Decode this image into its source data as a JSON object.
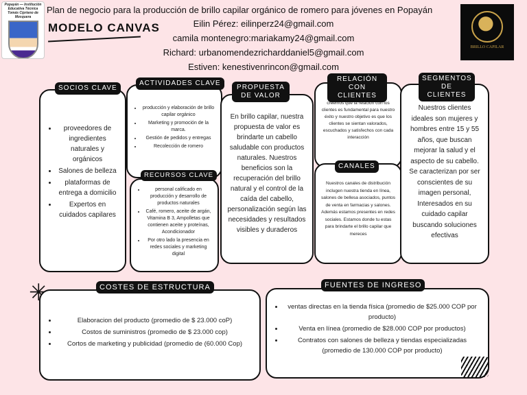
{
  "header": {
    "title": "Plan de negocio para la producción de brillo capilar orgánico de romero para jóvenes en Popayán",
    "subtitle": "MODELO CANVAS",
    "authors": [
      "Eilin Pérez: eilinperz24@gmail.com",
      "camila montenegro:mariakamy24@gmail.com",
      "Richard: urbanomendezricharddaniel5@gmail.com",
      "Estiven: kenestivenrincon@gmail.com"
    ],
    "school_logo_text": "Popayán — Institución Educativa Técnica Tomás Cipriano de Mosquera",
    "brand_logo_text": "BRILLO CAPILAR"
  },
  "socios": {
    "label": "SOCIOS CLAVE",
    "items": [
      "proveedores de ingredientes naturales y orgánicos",
      "Salones de belleza",
      "plataformas de entrega a domicilio",
      "Expertos en cuidados capilares"
    ]
  },
  "actividades": {
    "label": "ACTIVIDADES CLAVE",
    "items": [
      "producción y elaboración de brillo capilar orgánico",
      "Marketing y promoción de la marca.",
      "Gestión de pedidos y entregas",
      "Recolección de romero"
    ]
  },
  "recursos": {
    "label": "RECURSOS CLAVE",
    "items": [
      "personal calificado en producción y desarrollo de productos naturales",
      "Café, romero, aceite de argán, Vitamina B 3, Ampolletas que contienen aceite y proteínas, Acondicionador",
      "Por otro lado la presencia en redes sociales y marketing digital"
    ]
  },
  "propuesta": {
    "label": "PROPUESTA DE VALOR",
    "text": "En brillo capilar, nuestra propuesta de valor es brindarte un cabello saludable con productos naturales. Nuestros beneficios son la recuperación del brillo natural y el control de la caída del cabello, personalización según las necesidades y resultados visibles y duraderos"
  },
  "relacion": {
    "label": "RELACIÓN CON CLIENTES",
    "text": "creemos que la relación con los clientes es fundamental para nuestro éxito y nuestro objetivo es que los clientes se sientan valorados, escuchados y satisfechos con cada interacción"
  },
  "canales": {
    "label": "CANALES",
    "text": "Nuestros canales de distribución inclugen nuestra tienda en línea, salones de bellesa asociados, puntos de venta en farmacias y salones. Además estamos presentes en redes sociales. Estamos donde tu estas para brindarte el brillo capilar que mereces"
  },
  "segmentos": {
    "label": "SEGMENTOS DE CLIENTES",
    "text": "Nuestros clientes ideales son mujeres y hombres entre 15 y 55 años, que buscan mejorar la salud y el aspecto de su cabello. Se caracterizan por ser conscientes de su imagen personal, Interesados en su cuidado capilar buscando soluciones efectivas"
  },
  "costes": {
    "label": "COSTES DE ESTRUCTURA",
    "items": [
      "Elaboracion del producto (promedio de $ 23.000 coP)",
      "Costos de suministros (promedio de $ 23.000 cop)",
      "Cortos de marketing y publicidad (promedio de (60.000 Cop)"
    ]
  },
  "fuentes": {
    "label": "FUENTES DE INGRESO",
    "items": [
      "ventas directas en la tienda física (promedio de $25.000 COP por producto)",
      "Venta en línea (promedio de $28.000 COP por productos)",
      "Contratos con salones de belleza y tiendas especializadas (promedio de 130.000 COP por producto)"
    ]
  }
}
